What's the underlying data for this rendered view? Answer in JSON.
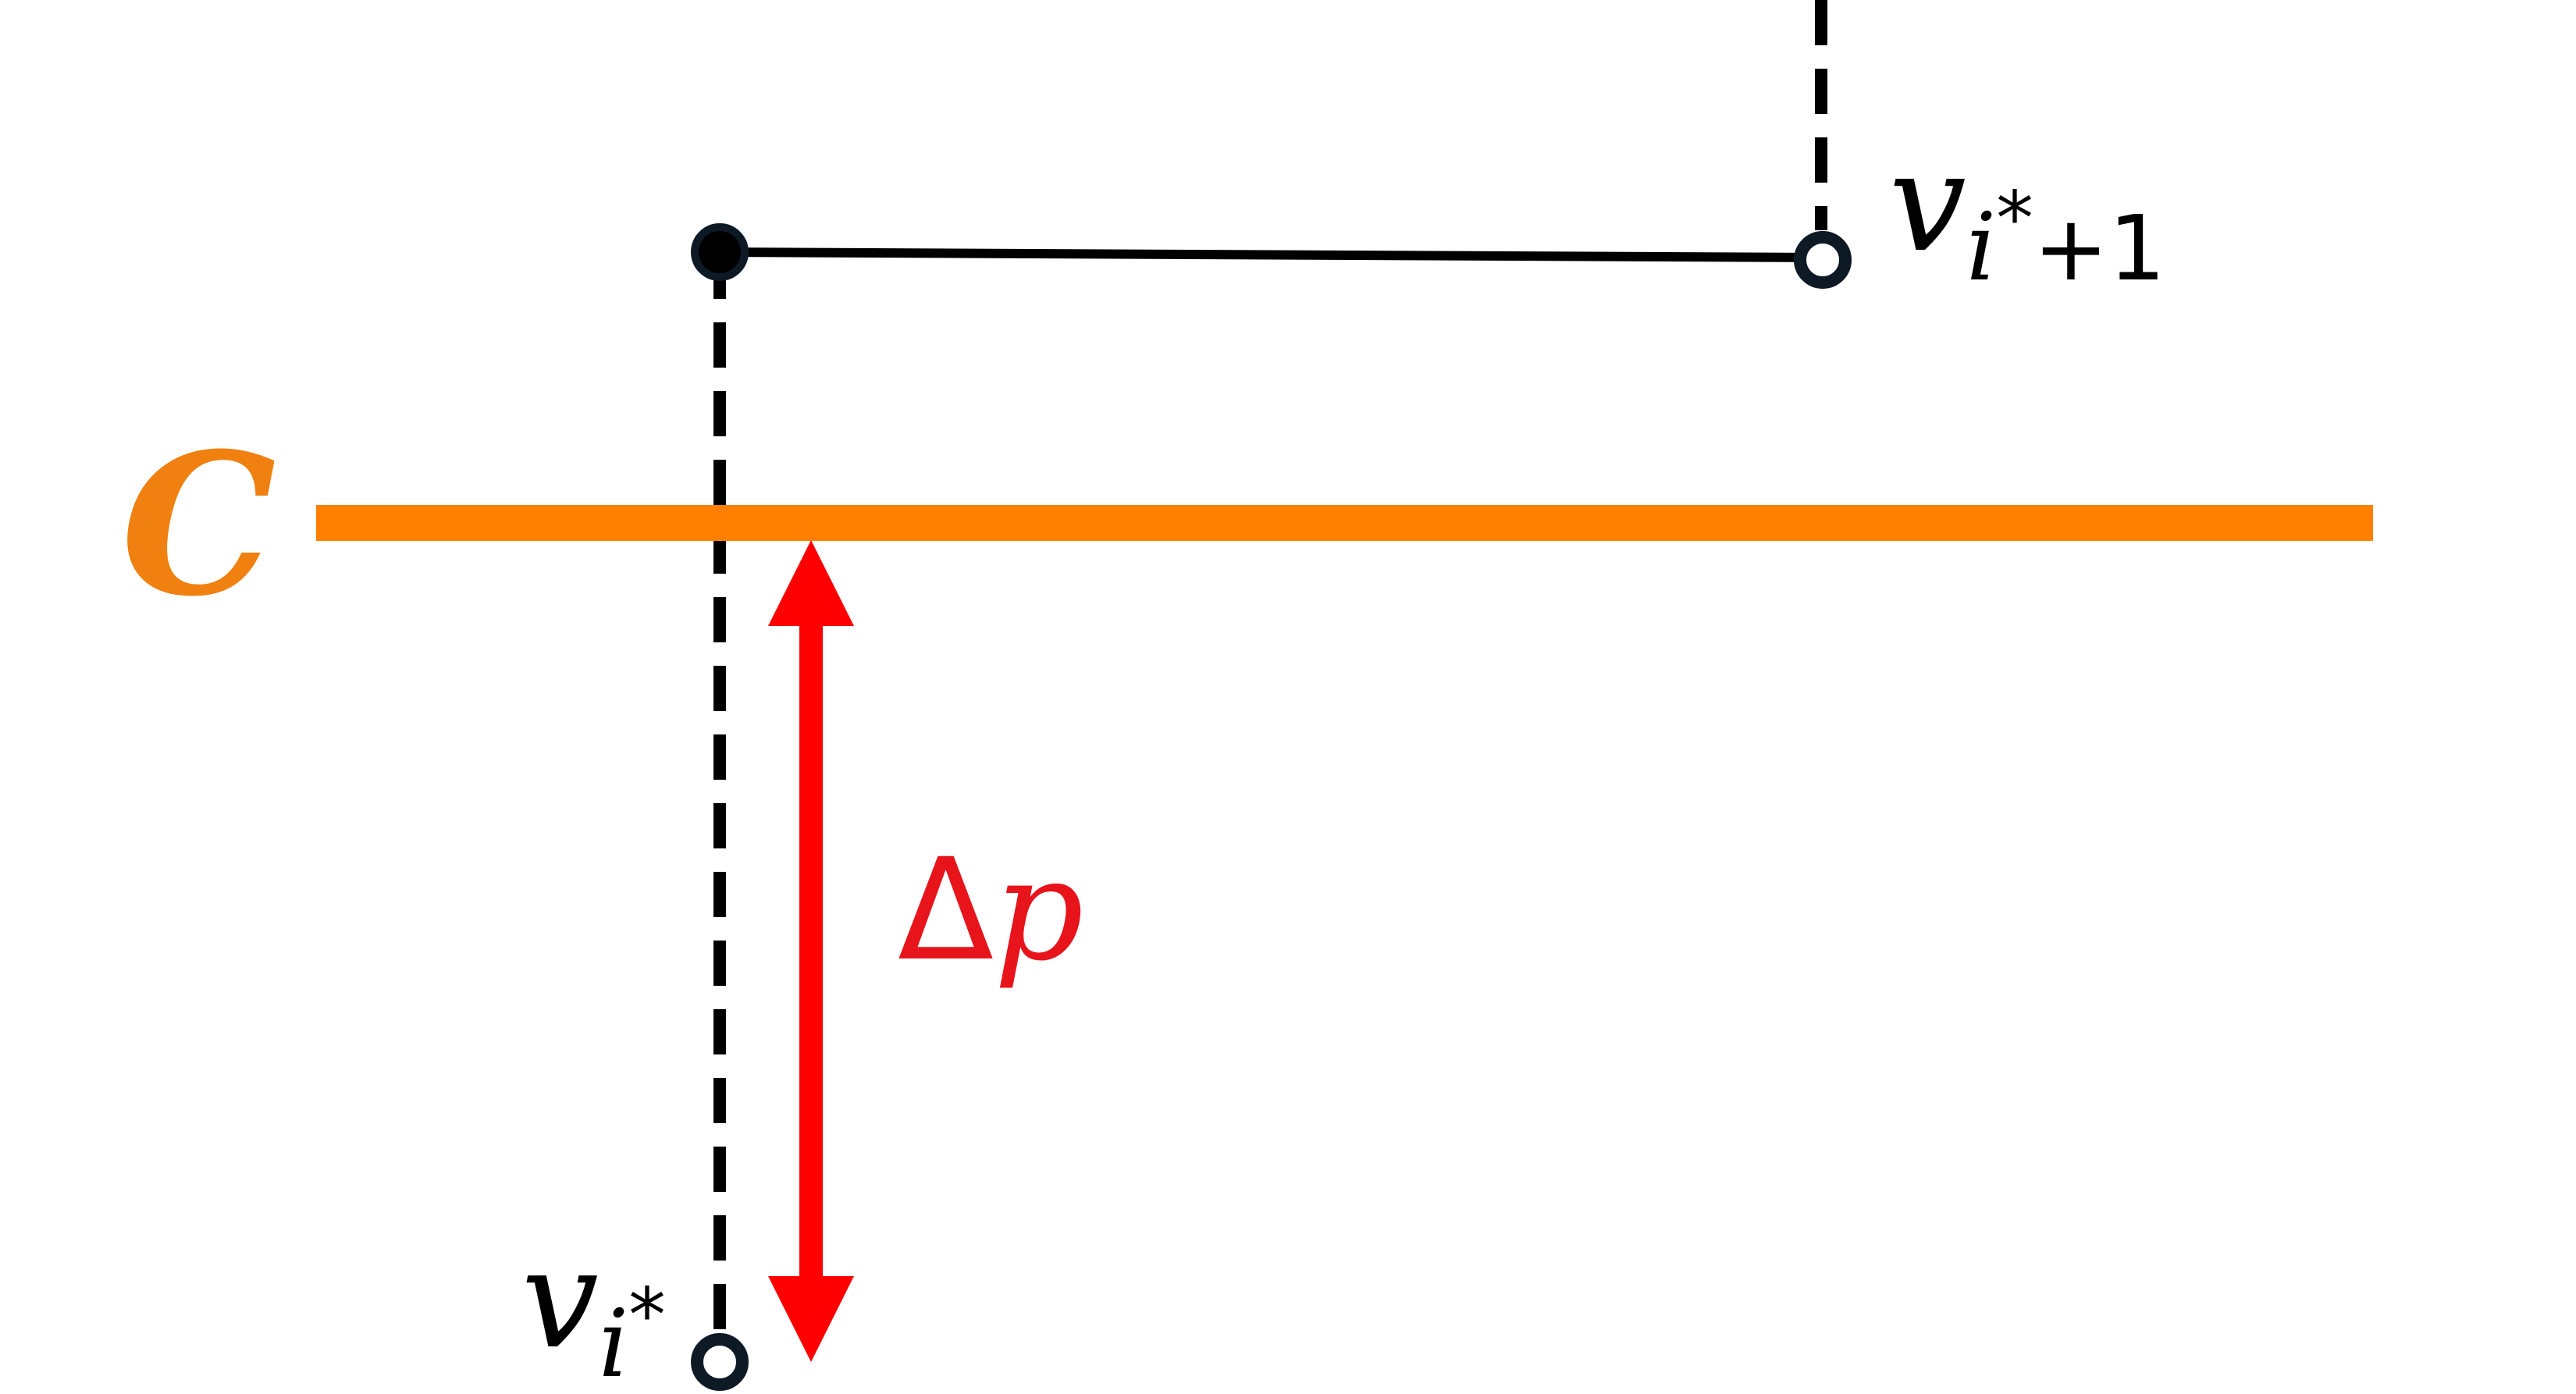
{
  "labels": {
    "constraint": "C",
    "delta": "Δ",
    "delta_var": "p",
    "v_lower_base": "v",
    "v_lower_sub": "i",
    "v_lower_star": "*",
    "v_upper_base": "v",
    "v_upper_sub": "i",
    "v_upper_star": "*",
    "v_upper_plus": "+1"
  },
  "colors": {
    "constraint_line": "#ff8000",
    "constraint_label": "#f08010",
    "delta_arrow": "#ff0000",
    "delta_label": "#e8141c",
    "path": "#000000",
    "vertex_outline": "#0d1a26"
  }
}
